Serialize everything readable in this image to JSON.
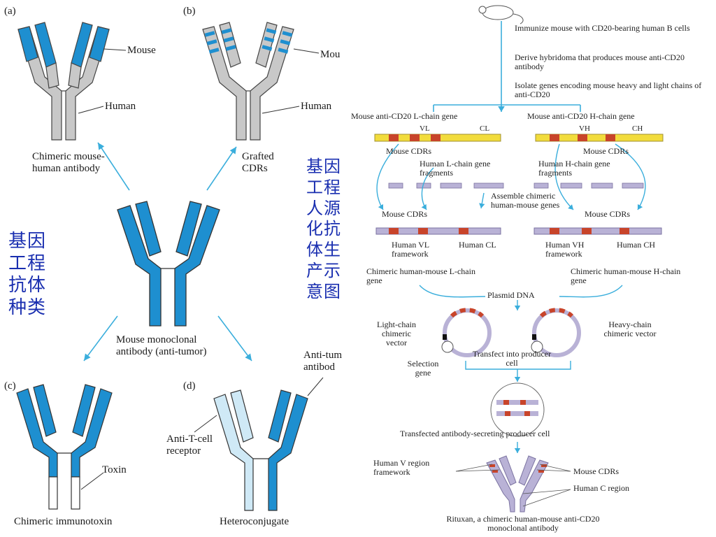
{
  "colors": {
    "mouse": "#1e8fd0",
    "human": "#c8c8c8",
    "toxin": "#ffffff",
    "tcell": "#cfe9f6",
    "chinese": "#1a2fb0",
    "arrow": "#3aaedc",
    "cdr": "#c8442a",
    "lchain": "#f2dc3c",
    "human_frag": "#b9b2d6"
  },
  "left": {
    "panel_a": {
      "tag": "(a)",
      "mouse": "Mouse",
      "human": "Human",
      "caption": "Chimeric mouse-human antibody"
    },
    "panel_b": {
      "tag": "(b)",
      "mouse": "Mou",
      "human": "Human",
      "caption": "Grafted CDRs"
    },
    "center": {
      "caption": "Mouse monoclonal antibody (anti-tumor)"
    },
    "panel_c": {
      "tag": "(c)",
      "toxin": "Toxin",
      "caption": "Chimeric immunotoxin"
    },
    "panel_d": {
      "tag": "(d)",
      "antitum": "Anti-tum antibod",
      "tcell": "Anti-T-cell receptor",
      "caption": "Heteroconjugate"
    },
    "cn_types": "基因工程抗体种类",
    "cn_process": "基因工程人源化抗体生产示意图"
  },
  "right": {
    "step1": "Immunize mouse with CD20-bearing human B cells",
    "step2": "Derive hybridoma that produces mouse anti-CD20 antibody",
    "step3": "Isolate genes encoding mouse heavy and light chains of anti-CD20",
    "l_gene": "Mouse anti-CD20 L-chain gene",
    "h_gene": "Mouse anti-CD20 H-chain gene",
    "vl": "VL",
    "cl": "CL",
    "vh": "VH",
    "ch": "CH",
    "mouse_cdrs": "Mouse CDRs",
    "human_l_frag": "Human L-chain gene fragments",
    "human_h_frag": "Human H-chain gene fragments",
    "assemble": "Assemble chimeric human-mouse genes",
    "human_vl": "Human VL framework",
    "human_cl": "Human CL",
    "human_vh": "Human VH framework",
    "human_ch": "Human CH",
    "chim_l": "Chimeric human-mouse L-chain gene",
    "chim_h": "Chimeric human-mouse H-chain gene",
    "plasmid": "Plasmid DNA",
    "light_vec": "Light-chain chimeric vector",
    "heavy_vec": "Heavy-chain chimeric vector",
    "selection": "Selection gene",
    "transfect": "Transfect into producer cell",
    "producer": "Transfected antibody-secreting producer cell",
    "human_v_region": "Human V region framework",
    "mouse_cdrs2": "Mouse CDRs",
    "human_c_region": "Human C region",
    "rituxan": "Rituxan, a chimeric human-mouse anti-CD20 monoclonal antibody"
  }
}
